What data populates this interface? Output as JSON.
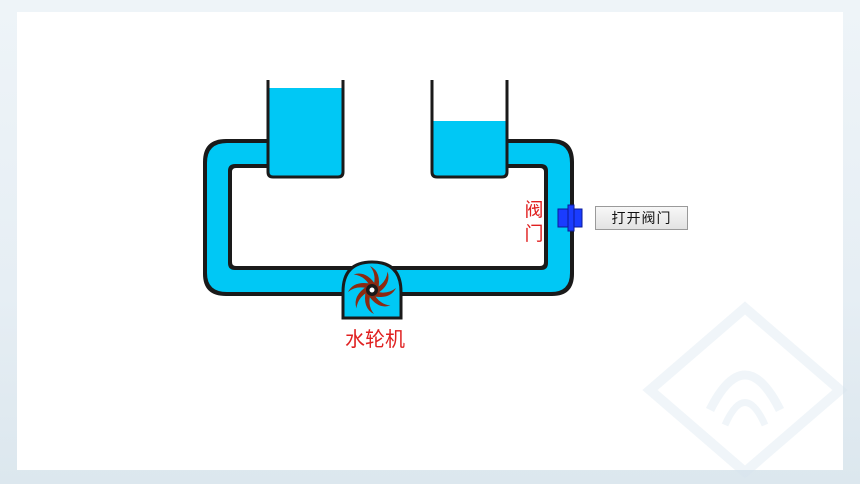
{
  "labels": {
    "valve": "阀门",
    "turbine": "水轮机"
  },
  "controls": {
    "open_valve_button": "打开阀门"
  },
  "colors": {
    "water": "#00c8f5",
    "outline": "#1a1a1a",
    "valve": "#1a3cff",
    "turbine_blade": "#8b2a12",
    "label_red": "#e02020"
  }
}
